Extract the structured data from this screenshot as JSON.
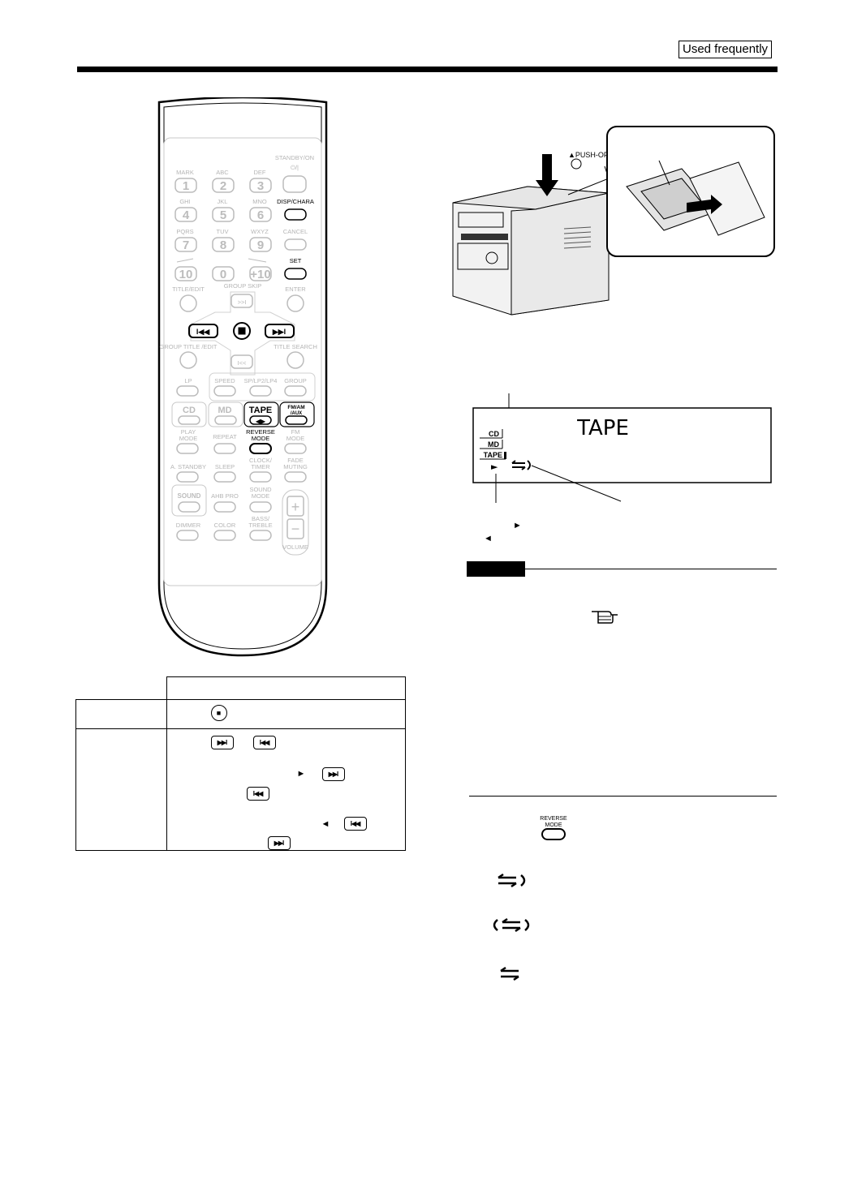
{
  "header": {
    "badge": "Used frequently"
  },
  "remote": {
    "standby_label": "STANDBY/ON",
    "standby_symbol": "⏻/|",
    "letter_labels": [
      "MARK",
      "ABC",
      "DEF",
      "GHI",
      "JKL",
      "MNO",
      "PQRS",
      "TUV",
      "WXYZ"
    ],
    "digits": [
      "1",
      "2",
      "3",
      "4",
      "5",
      "6",
      "7",
      "8",
      "9",
      "10",
      "0",
      "+10"
    ],
    "disp_chara": "DISP/CHARA",
    "cancel": "CANCEL",
    "set": "SET",
    "title_edit": "TITLE/EDIT",
    "group_skip": "GROUP SKIP",
    "enter": "ENTER",
    "group_title_edit": "GROUP TITLE /EDIT",
    "title_search": "TITLE SEARCH",
    "lp": "LP",
    "speed": "SPEED",
    "sp_lp2_lp4": "SP/LP2/LP4",
    "group": "GROUP",
    "cd": "CD",
    "md": "MD",
    "tape": "TAPE",
    "fm_am_aux": "FM/AM /AUX",
    "play_mode": "PLAY MODE",
    "repeat": "REPEAT",
    "reverse_mode": "REVERSE MODE",
    "fm_mode": "FM MODE",
    "a_standby": "A. STANDBY",
    "sleep": "SLEEP",
    "clock_timer": "CLOCK/ TIMER",
    "fade_muting": "FADE MUTING",
    "sound": "SOUND",
    "ahb_pro": "AHB PRO",
    "sound_mode": "SOUND MODE",
    "dimmer": "DIMMER",
    "color": "COLOR",
    "bass_treble": "BASS/ TREBLE",
    "volume": "VOLUME",
    "plus": "+",
    "minus": "−"
  },
  "unit": {
    "push_open": "▲PUSH-OPEN"
  },
  "display": {
    "main_text": "TAPE",
    "source_cd": "CD",
    "source_md": "MD",
    "source_tape": "TAPE"
  },
  "legend": {
    "forward_arrow": "►",
    "reverse_arrow": "◄"
  },
  "table": {
    "rows": [
      {
        "label": "",
        "content": ""
      },
      {
        "label": "",
        "content": ""
      },
      {
        "label": "",
        "content": ""
      }
    ]
  },
  "reverse_section": {
    "button_label": "REVERSE MODE"
  }
}
